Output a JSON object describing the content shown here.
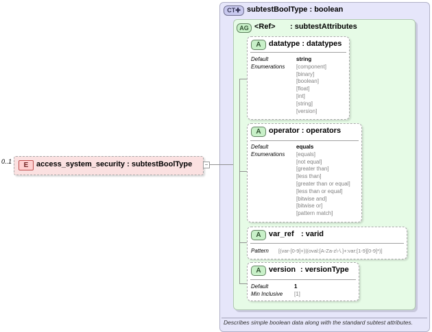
{
  "element": {
    "occurrence": "0..1",
    "badge": "E",
    "name": "access_system_security",
    "type": ": subtestBoolType"
  },
  "complex_type": {
    "badge": "CT",
    "name": "subtestBoolType",
    "base": ": boolean",
    "description": "Describes simple boolean data along with the standard subtest attributes."
  },
  "attribute_group": {
    "badge": "AG",
    "ref": "<Ref>",
    "type": ": subtestAttributes"
  },
  "attributes": [
    {
      "badge": "A",
      "name": "datatype",
      "type": ": datatypes",
      "facets": [
        {
          "label": "Default",
          "value": "string",
          "bold": true
        },
        {
          "label": "Enumerations",
          "value": "[component]",
          "bold": false
        },
        {
          "label": "",
          "value": "[binary]",
          "bold": false
        },
        {
          "label": "",
          "value": "[boolean]",
          "bold": false
        },
        {
          "label": "",
          "value": "[float]",
          "bold": false
        },
        {
          "label": "",
          "value": "[int]",
          "bold": false
        },
        {
          "label": "",
          "value": "[string]",
          "bold": false
        },
        {
          "label": "",
          "value": "[version]",
          "bold": false
        }
      ]
    },
    {
      "badge": "A",
      "name": "operator",
      "type": ": operators",
      "facets": [
        {
          "label": "Default",
          "value": "equals",
          "bold": true
        },
        {
          "label": "Enumerations",
          "value": "[equals]",
          "bold": false
        },
        {
          "label": "",
          "value": "[not equal]",
          "bold": false
        },
        {
          "label": "",
          "value": "[greater than]",
          "bold": false
        },
        {
          "label": "",
          "value": "[less than]",
          "bold": false
        },
        {
          "label": "",
          "value": "[greater than or equal]",
          "bold": false
        },
        {
          "label": "",
          "value": "[less than or equal]",
          "bold": false
        },
        {
          "label": "",
          "value": "[bitwise and]",
          "bold": false
        },
        {
          "label": "",
          "value": "[bitwise or]",
          "bold": false
        },
        {
          "label": "",
          "value": "[pattern match]",
          "bold": false
        }
      ]
    },
    {
      "badge": "A",
      "name": "var_ref",
      "type": ": varid",
      "facets": [
        {
          "label": "Pattern",
          "value": "[(var-[0-9]+)|(oval:[A-Za-z\\-\\.]+:var:[1-9][0-9]*)]",
          "bold": false
        }
      ]
    },
    {
      "badge": "A",
      "name": "version",
      "type": ": versionType",
      "facets": [
        {
          "label": "Default",
          "value": "1",
          "bold": true
        },
        {
          "label": "Min Inclusive",
          "value": "[1]",
          "bold": false
        }
      ]
    }
  ]
}
